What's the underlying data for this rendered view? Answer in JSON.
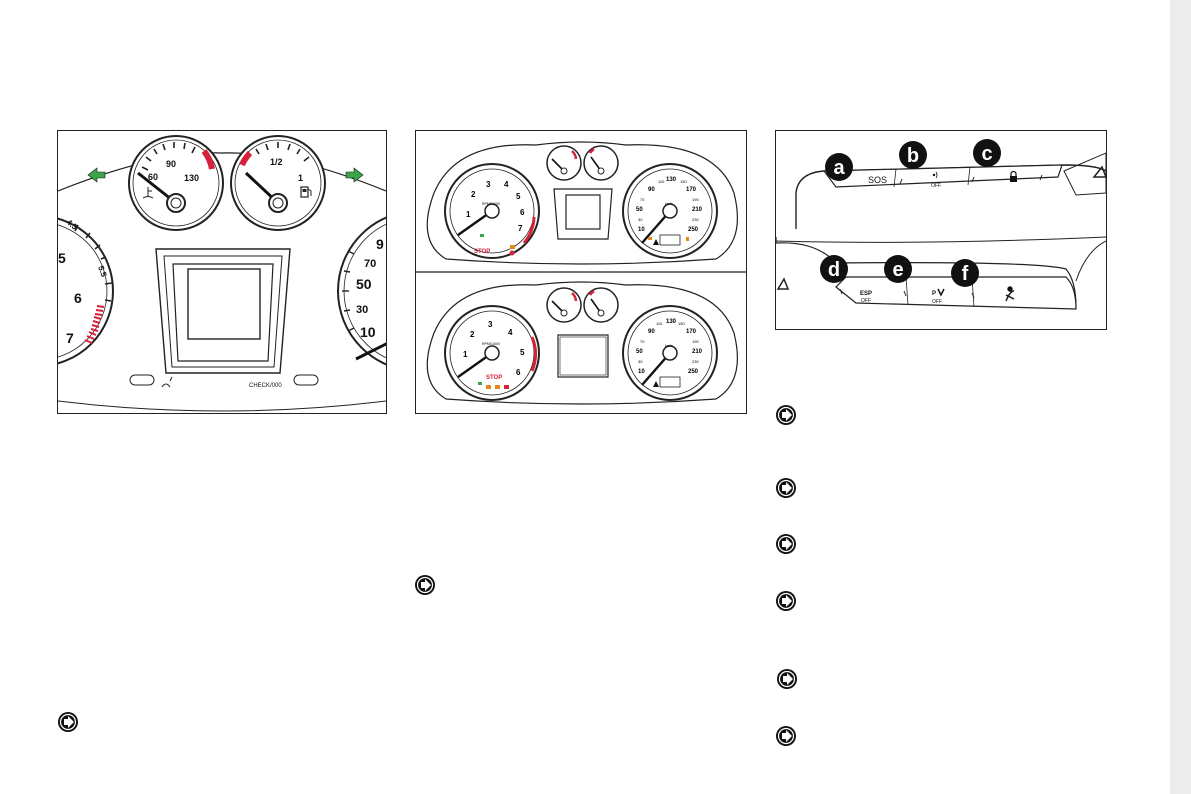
{
  "figure1": {
    "temp_gauge": {
      "labels": [
        "60",
        "90",
        "130"
      ]
    },
    "fuel_gauge": {
      "labels": [
        "1/2",
        "1"
      ]
    },
    "tachometer_labels": [
      "4.5",
      "5",
      "5.5",
      "6",
      "7"
    ],
    "speedometer_labels": [
      "9",
      "70",
      "50",
      "30",
      "10"
    ],
    "check_label": "CHECK/000"
  },
  "figure2": {
    "top": {
      "tach_labels": [
        "1",
        "2",
        "3",
        "4",
        "5",
        "6",
        "7"
      ],
      "tach_unit": "RPMX1000",
      "speed_labels": [
        "10",
        "30",
        "50",
        "70",
        "90",
        "110",
        "130",
        "150",
        "170",
        "190",
        "210",
        "230",
        "250"
      ],
      "speed_unit": "km/h",
      "stop_label": "STOP"
    },
    "bottom": {
      "tach_labels": [
        "1",
        "2",
        "3",
        "4",
        "5",
        "6"
      ],
      "tach_unit": "RPMX1000",
      "speed_labels": [
        "10",
        "30",
        "50",
        "70",
        "90",
        "110",
        "130",
        "150",
        "170",
        "190",
        "210",
        "230",
        "250"
      ],
      "speed_unit": "km/h",
      "stop_label": "STOP"
    }
  },
  "figure3": {
    "badges": {
      "a": "a",
      "b": "b",
      "c": "c",
      "d": "d",
      "e": "e",
      "f": "f"
    },
    "sos_label": "SOS",
    "off_label": "OFF",
    "esp_label": "ESP",
    "esp_off_label": "OFF",
    "park_label": "P",
    "park_off_label": "OFF"
  },
  "colors": {
    "accent_red": "#d6213a",
    "arrow_green": "#3aa648",
    "ink": "#1a1a1a"
  },
  "icons": [
    "arrow-bullet-icon",
    "turn-left-icon",
    "turn-right-icon",
    "fuel-pump-icon",
    "coolant-temp-icon",
    "lock-icon",
    "warning-triangle-icon",
    "seatbelt-icon"
  ]
}
